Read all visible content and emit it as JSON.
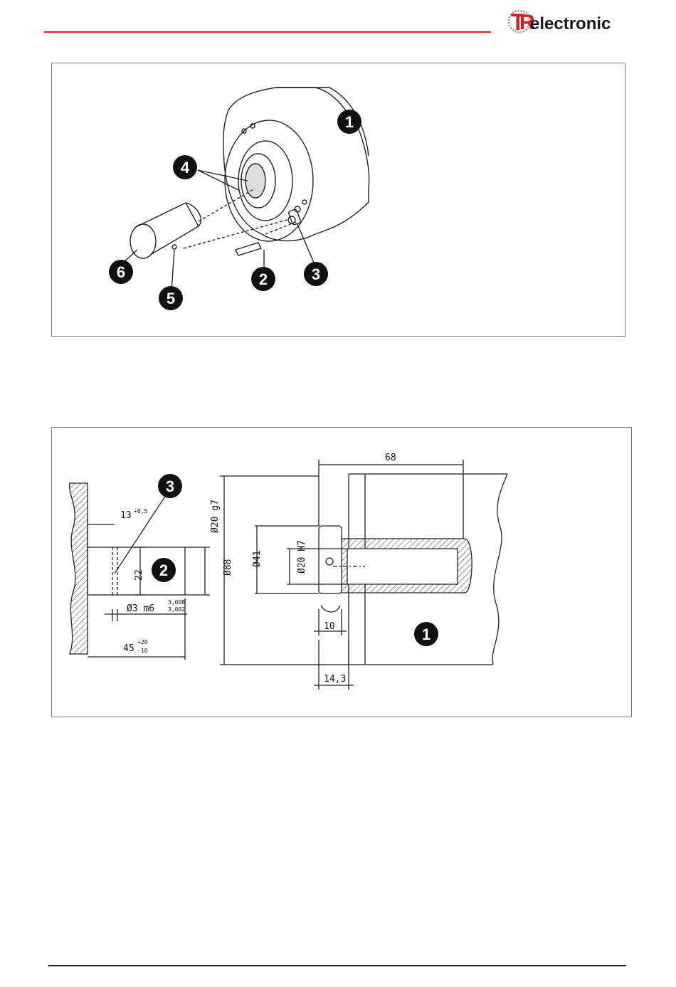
{
  "brand": {
    "logo_prefix": "T",
    "logo_r": "R",
    "logo_suffix": "electronic",
    "accent_color": "#e0211b"
  },
  "figure1": {
    "callouts": [
      "1",
      "4",
      "6",
      "5",
      "2",
      "3"
    ]
  },
  "figure2": {
    "callouts": [
      "3",
      "2",
      "1"
    ],
    "dimensions": {
      "d13": "13",
      "d13_tol": "+0,5",
      "d20g7": "Ø20 g7",
      "d22": "22",
      "d3m6": "Ø3 m6",
      "d3m6_upper": "3,008",
      "d3m6_lower": "3,002",
      "d45": "45",
      "d45_upper": "+20",
      "d45_lower": "-10",
      "d88": "Ø88",
      "d41": "Ø41",
      "d20h7": "Ø20 H7",
      "d68": "68",
      "d10": "10",
      "d14_3": "14,3"
    }
  }
}
